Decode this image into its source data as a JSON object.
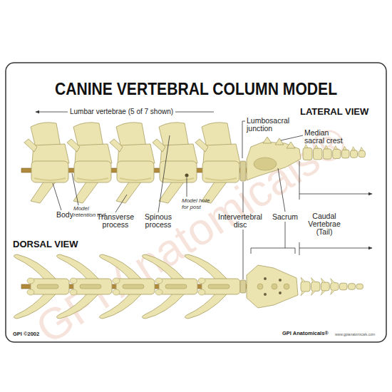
{
  "diagram": {
    "title": "CANINE VERTEBRAL COLUMN MODEL",
    "labels": [
      "Lumbar vertebrae (5 of 7 shown)",
      "LATERAL VIEW",
      "Lumbosacral junction",
      "Median sacral crest",
      "Body",
      "Model retention rod",
      "Transverse process",
      "Spinous process",
      "Model hole for post",
      "Intervertebral disc",
      "Sacrum",
      "Caudal Vertebrae (Tail)",
      "DORSAL VIEW",
      "GPI ©2002",
      "GPI Anatomicals®",
      "www.gpianatomicals.com",
      "GPI Anatomicals®"
    ]
  }
}
